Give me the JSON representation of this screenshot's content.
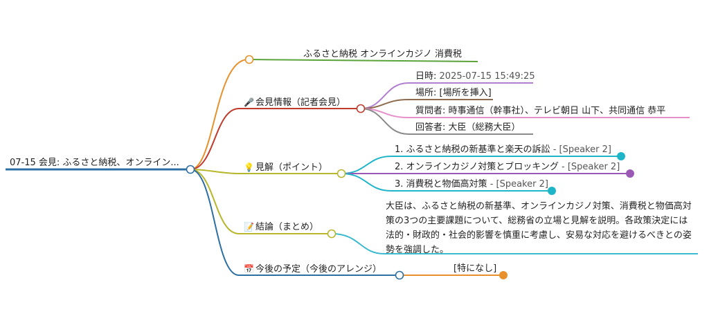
{
  "root": {
    "label": "07-15 会見: ふるさと納税、オンライン..."
  },
  "branches": {
    "topic": {
      "label": "ふるさと納税 オンラインカジノ 消費税",
      "color": "#e8912c",
      "leaf_color": "#5aa33a"
    },
    "meeting": {
      "icon": "🎤",
      "label": "会見情報（記者会見）",
      "color": "#c0392b",
      "children": [
        {
          "key": "日時:",
          "value": "2025-07-15 15:49:25",
          "color": "#b07fcf"
        },
        {
          "key": "場所:",
          "value": "[場所を挿入]",
          "color": "#8e6b4e"
        },
        {
          "key": "質問者:",
          "value": "時事通信（幹事社）、テレビ朝日 山下、共同通信 恭平",
          "color": "#e68fc8"
        },
        {
          "key": "回答者:",
          "value": "大臣（総務大臣）",
          "color": "#8a8a8a"
        }
      ]
    },
    "views": {
      "icon": "💡",
      "label": "見解（ポイント）",
      "color": "#b8b62a",
      "children": [
        {
          "text": "1. ふるさと納税の新基準と楽天の訴訟",
          "speaker": "- [Speaker 2]",
          "color": "#1fb5c9"
        },
        {
          "text": "2. オンラインカジノ対策とブロッキング",
          "speaker": "- [Speaker 2]",
          "color": "#9b59b6"
        },
        {
          "text": "3. 消費税と物価高対策",
          "speaker": "- [Speaker 2]",
          "color": "#1fb5c9"
        }
      ]
    },
    "conclusion": {
      "icon": "📝",
      "label": "結論（まとめ）",
      "color": "#b8b62a",
      "text_color": "#3bbad0",
      "text": "大臣は、ふるさと納税の新基準、オンラインカジノ対策、消費税と物価高対策の3つの主要課題について、総務省の立場と見解を説明。各政策決定には法的・財政的・社会的影響を慎重に考慮し、安易な対応を避けるべきとの姿勢を強調した。"
    },
    "schedule": {
      "icon": "📅",
      "label": "今後の予定（今後のアレンジ）",
      "color": "#2e6fa3",
      "leaf_color": "#e8912c",
      "child": "[特になし]"
    }
  },
  "colors": {
    "root": "#2e6fa3",
    "background": "#ffffff"
  }
}
